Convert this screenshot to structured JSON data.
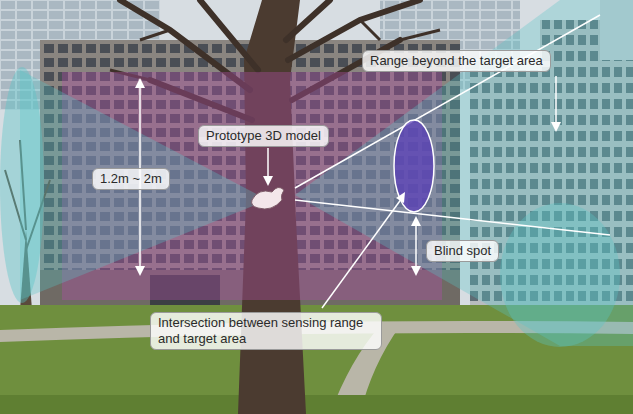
{
  "diagram": {
    "nodes": [
      {
        "text": [
          "Range beyond the target area"
        ]
      },
      {
        "text": [
          "Prototype 3D model"
        ]
      },
      {
        "text": [
          "1.2m ~ 2m"
        ]
      },
      {
        "text": [
          "Blind spot"
        ]
      },
      {
        "text": [
          "Intersection between sensing range and target area"
        ]
      }
    ]
  }
}
